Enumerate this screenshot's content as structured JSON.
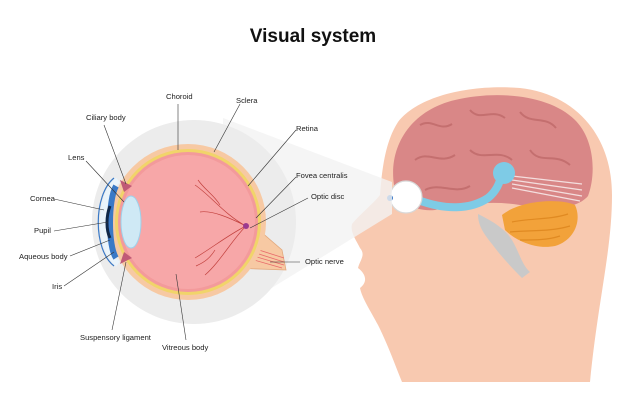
{
  "title": "Visual system",
  "labels": {
    "choroid": "Choroid",
    "sclera": "Sclera",
    "ciliary_body": "Ciliary body",
    "retina": "Retina",
    "lens": "Lens",
    "fovea_centralis": "Fovea centralis",
    "cornea": "Cornea",
    "optic_disc": "Optic disc",
    "pupil": "Pupil",
    "aqueous_body": "Aqueous body",
    "optic_nerve": "Optic nerve",
    "iris": "Iris",
    "suspensory_ligament": "Suspensory ligament",
    "vitreous_body": "Vitreous body"
  },
  "colors": {
    "skin": "#f8c9b0",
    "brain": "#d98787",
    "brain_light": "#e6a3a3",
    "cerebellum": "#f2a23a",
    "brainstem": "#c9c9c9",
    "optic_pathway": "#7ecbe6",
    "sclera": "#f7c9a3",
    "choroid": "#f1d46a",
    "vitreous": "#f7a7a8",
    "iris": "#3a79c6",
    "lens": "#cfe9f5",
    "bg_circle": "#ececec"
  }
}
